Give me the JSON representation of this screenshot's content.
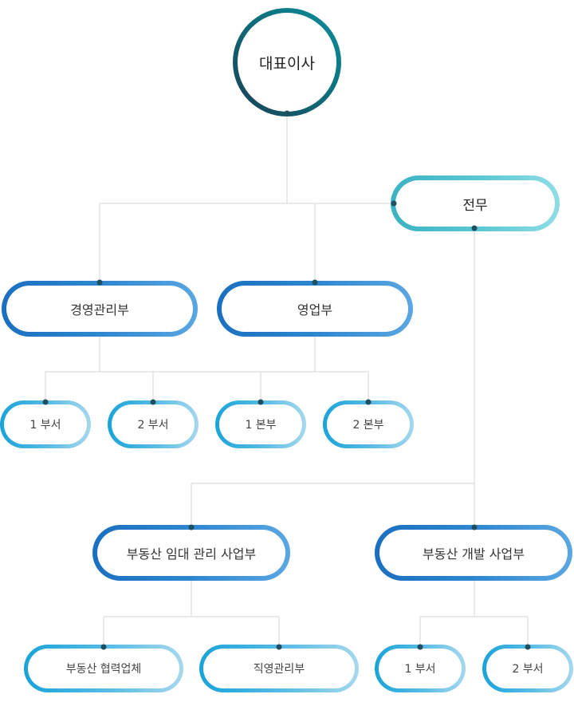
{
  "org": {
    "ceo": "대표이사",
    "exec": "전무",
    "dept_mgmt": "경영관리부",
    "dept_sales": "영업부",
    "mgmt_sub1": "1 부서",
    "mgmt_sub2": "2 부서",
    "sales_sub1": "1 본부",
    "sales_sub2": "2 본부",
    "biz_rental": "부동산 임대 관리 사업부",
    "biz_dev": "부동산 개발 사업부",
    "rental_sub1": "부동산 협력업체",
    "rental_sub2": "직영관리부",
    "dev_sub1": "1 부서",
    "dev_sub2": "2 부서"
  },
  "colors": {
    "ceo_gradient": [
      "#1a3f55",
      "#0f6f7c",
      "#0a8f9c"
    ],
    "exec_gradient": [
      "#3bb2c2",
      "#8fdde6"
    ],
    "dept_gradient": [
      "#1a6fc0",
      "#5aa7e2"
    ],
    "sub_gradient": [
      "#1aa3d8",
      "#a6d8ee"
    ],
    "connector": "#d6d6d6",
    "dot": "#1f4f63"
  }
}
